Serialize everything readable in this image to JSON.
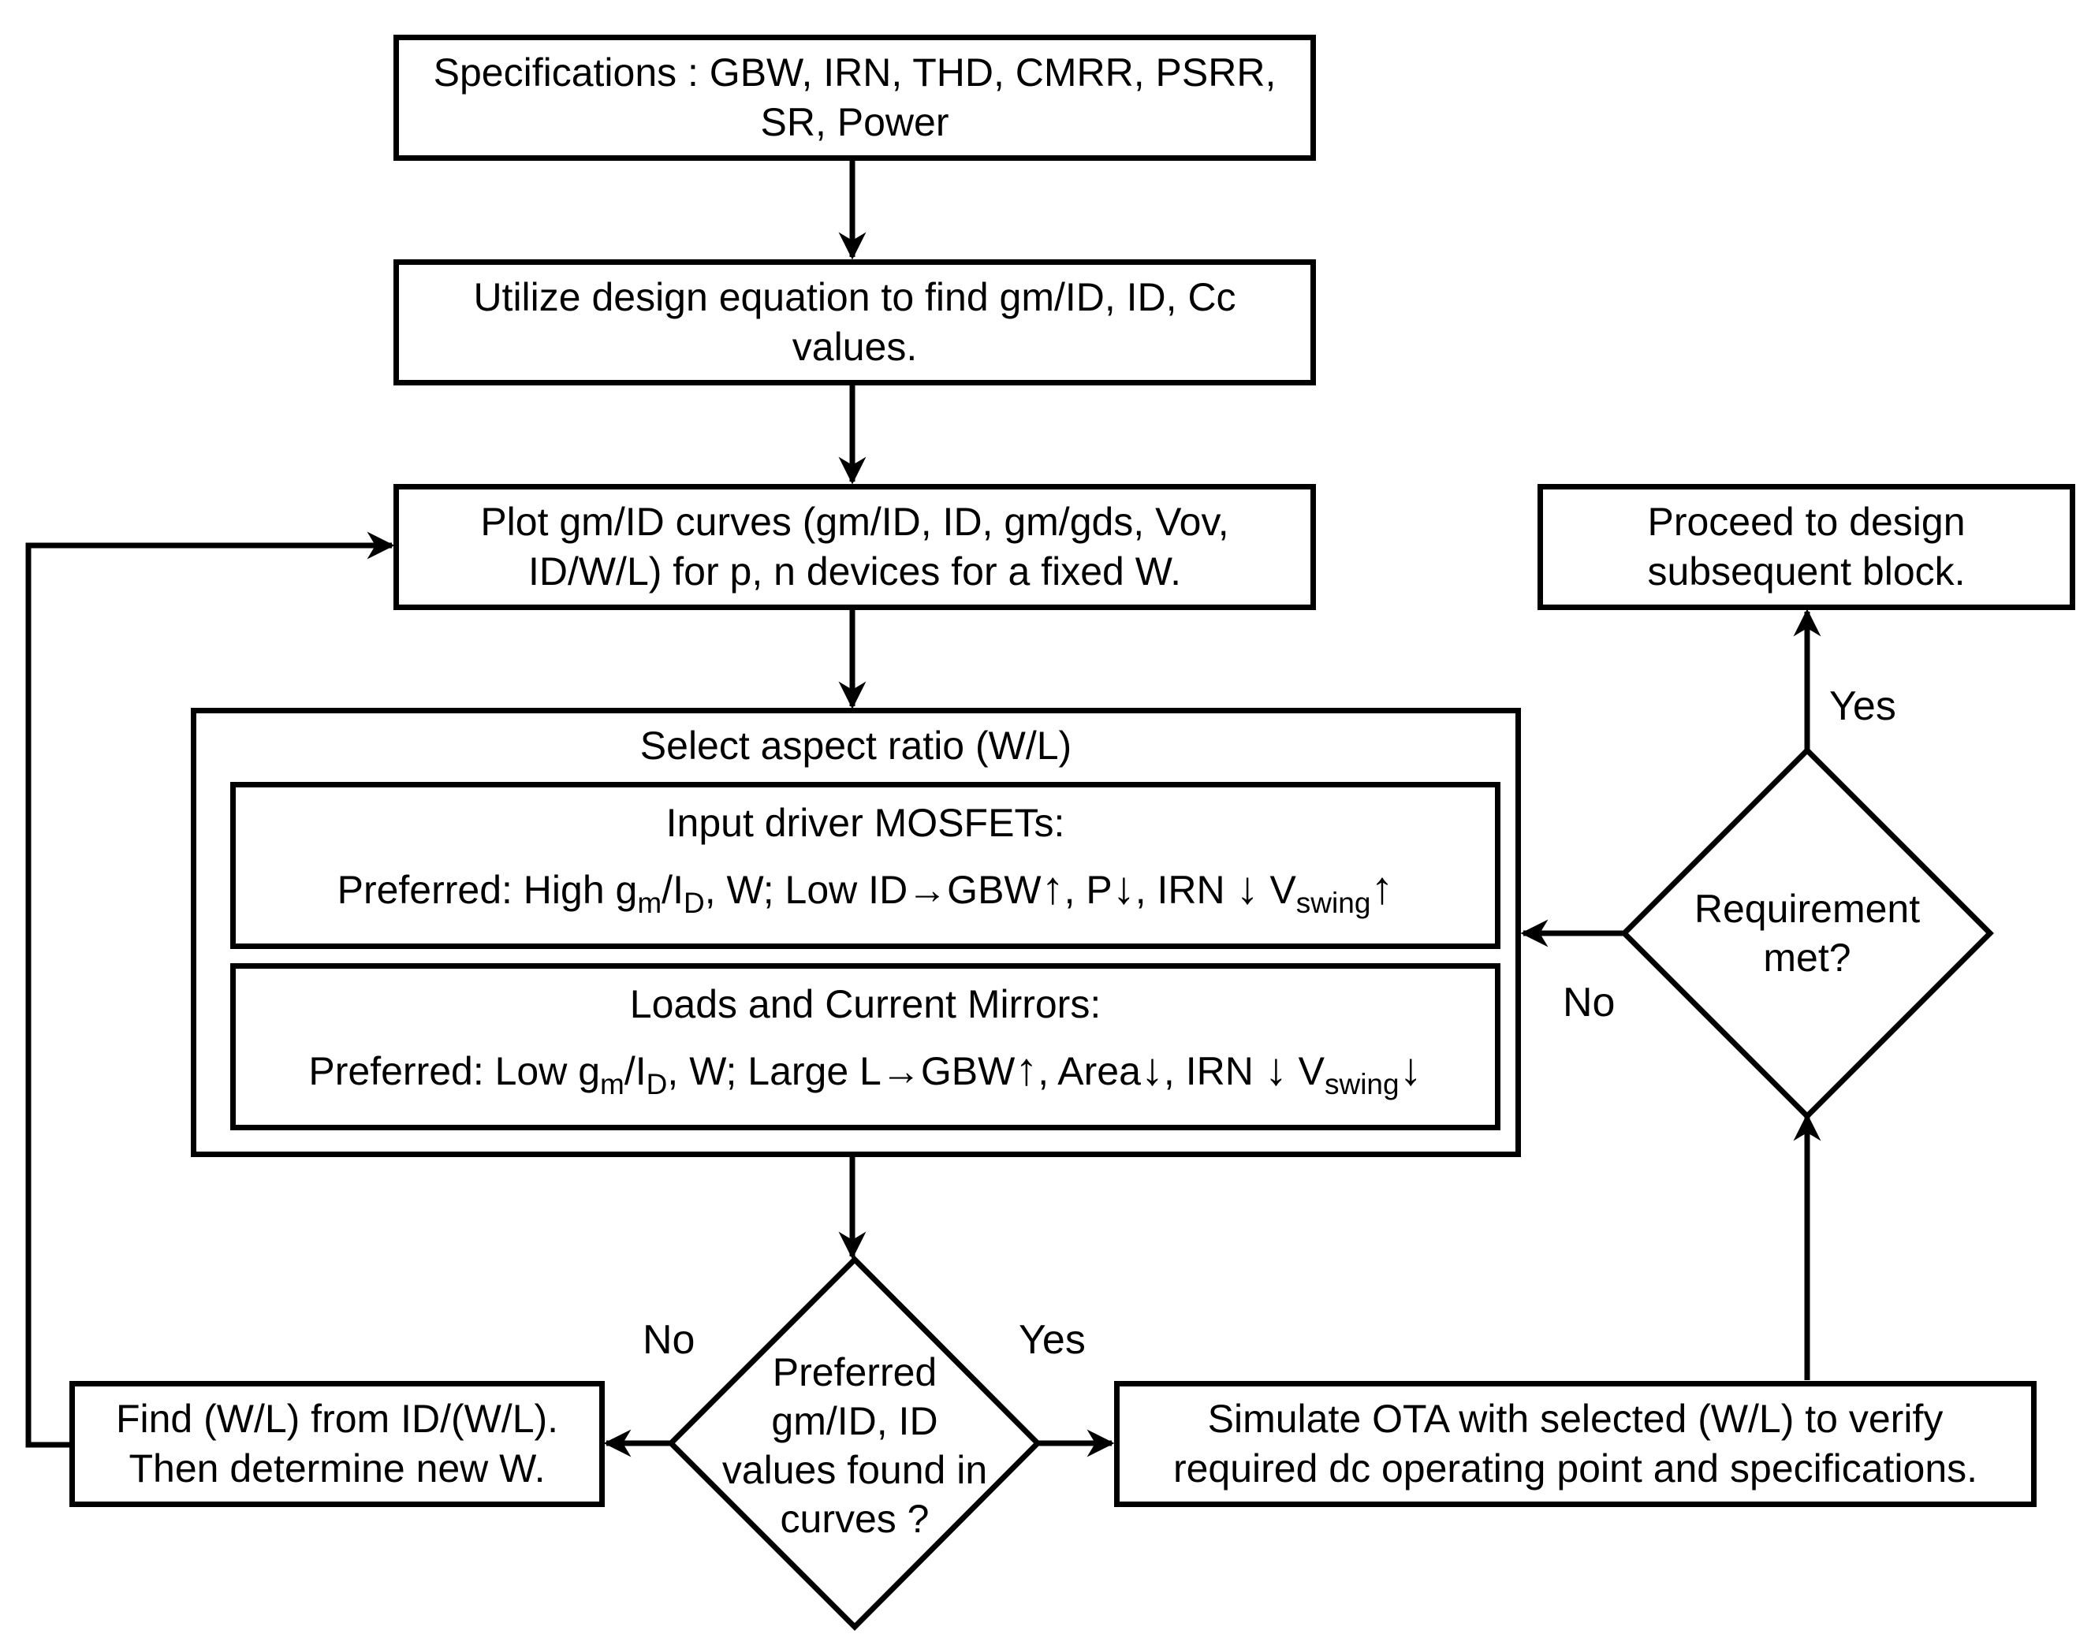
{
  "nodes": {
    "specifications": {
      "line1": "Specifications : GBW, IRN, THD, CMRR, PSRR,",
      "line2": "SR, Power"
    },
    "design_equation": {
      "line1": "Utilize design equation to find gm/ID, ID, Cc",
      "line2": "values."
    },
    "plot_curves": {
      "line1": "Plot gm/ID curves (gm/ID, ID, gm/gds, Vov,",
      "line2": "ID/W/L) for p, n devices for a fixed W."
    },
    "select_aspect_ratio": {
      "title": "Select aspect ratio (W/L)",
      "input_driver": {
        "heading": "Input driver MOSFETs:",
        "pref_a": "Preferred: High g",
        "pref_sub_m": "m",
        "pref_b": "/I",
        "pref_sub_d": "D",
        "pref_c": ", W; Low ID→GBW",
        "arrow1": "↑",
        "pref_d": ", P",
        "arrow2": "↓",
        "pref_e": ", IRN ",
        "arrow3": "↓",
        "pref_f": " V",
        "pref_sub_swing": "swing",
        "arrow4": "↑"
      },
      "loads_mirrors": {
        "heading": "Loads and Current Mirrors:",
        "pref_a": "Preferred: Low g",
        "pref_sub_m": "m",
        "pref_b": "/I",
        "pref_sub_d": "D",
        "pref_c": ", W; Large L→GBW",
        "arrow1": "↑",
        "pref_d": ", Area",
        "arrow2": "↓",
        "pref_e": ", IRN ",
        "arrow3": "↓",
        "pref_f": " V",
        "pref_sub_swing": "swing",
        "arrow4": "↓"
      }
    },
    "decision_curves": {
      "line1": "Preferred",
      "line2": "gm/ID, ID",
      "line3": "values found in",
      "line4": "curves ?"
    },
    "find_wl": {
      "line1": "Find (W/L) from ID/(W/L).",
      "line2": "Then determine new W."
    },
    "simulate_ota": {
      "line1": "Simulate OTA with selected (W/L) to verify",
      "line2": "required dc operating point and specifications."
    },
    "decision_requirement": {
      "line1": "Requirement",
      "line2": "met?"
    },
    "proceed": {
      "line1": "Proceed to design",
      "line2": "subsequent block."
    }
  },
  "edge_labels": {
    "curves_no": "No",
    "curves_yes": "Yes",
    "requirement_no": "No",
    "requirement_yes": "Yes"
  }
}
